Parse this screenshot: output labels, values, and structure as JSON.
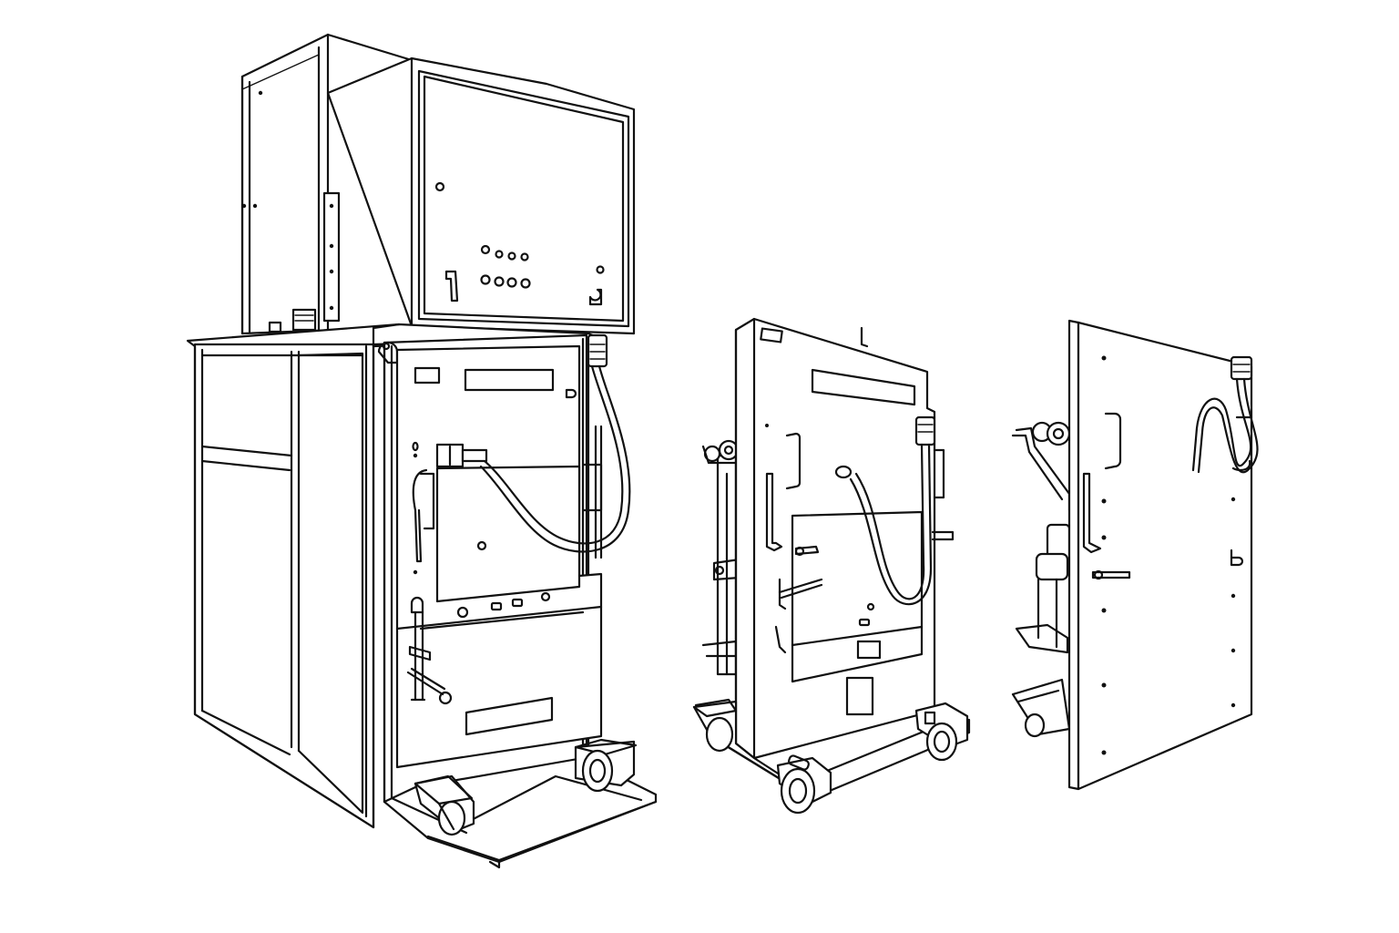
{
  "figure": {
    "kind": "line-art illustration",
    "subjects": [
      "switchgear-cabinet-with-breaker-truck",
      "withdrawable-breaker-truck-front",
      "withdrawable-breaker-truck-angled"
    ]
  },
  "colors": {
    "ink": "#111111",
    "background": "#ffffff"
  }
}
